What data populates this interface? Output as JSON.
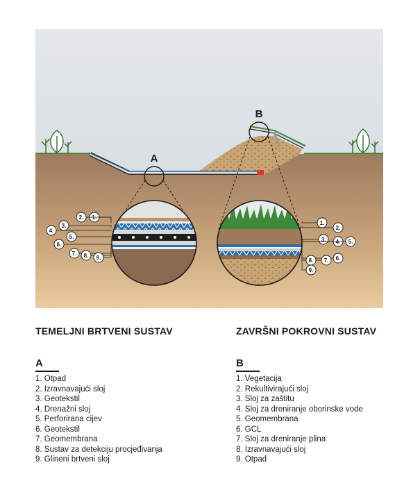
{
  "diagram": {
    "marker_a": "A",
    "marker_b": "B",
    "callouts_a": [
      "1.",
      "2.",
      "3.",
      "4.",
      "5.",
      "6.",
      "7.",
      "8.",
      "9."
    ],
    "callouts_b": [
      "1.",
      "2.",
      "3.",
      "4.",
      "5.",
      "6.",
      "7.",
      "8.",
      "9."
    ],
    "colors": {
      "sky": "#d7dde3",
      "soil_top": "#a38366",
      "soil_bottom": "#e6c79a",
      "grass": "#3f8a3a",
      "waste": "#c9a574",
      "geomembrane": "#1f5e99",
      "gravel": "#cfcfcf"
    }
  },
  "left_column": {
    "heading": "TEMELJNI BRTVENI SUSTAV",
    "letter": "A",
    "items": [
      "1. Otpad",
      "2. Izravnavajući sloj",
      "3. Geotekstil",
      "4. Drenažni sloj",
      "5. Perforirana cijev",
      "6. Geotekstil",
      "7. Geomembrana",
      "8. Sustav za detekciju procjeđivanja",
      "9. Glineni brtveni sloj"
    ]
  },
  "right_column": {
    "heading": "ZAVRŠNI POKROVNI SUSTAV",
    "letter": "B",
    "items": [
      "1. Vegetacija",
      "2. Rekultivirajući sloj",
      "3. Sloj za zaštitu",
      "4. Sloj za dreniranje oborinske vode",
      "5. Geomembrana",
      "6. GCL",
      "7. Sloj za dreniranje plina",
      "8. Izravnavajući sloj",
      "9. Otpad"
    ]
  }
}
